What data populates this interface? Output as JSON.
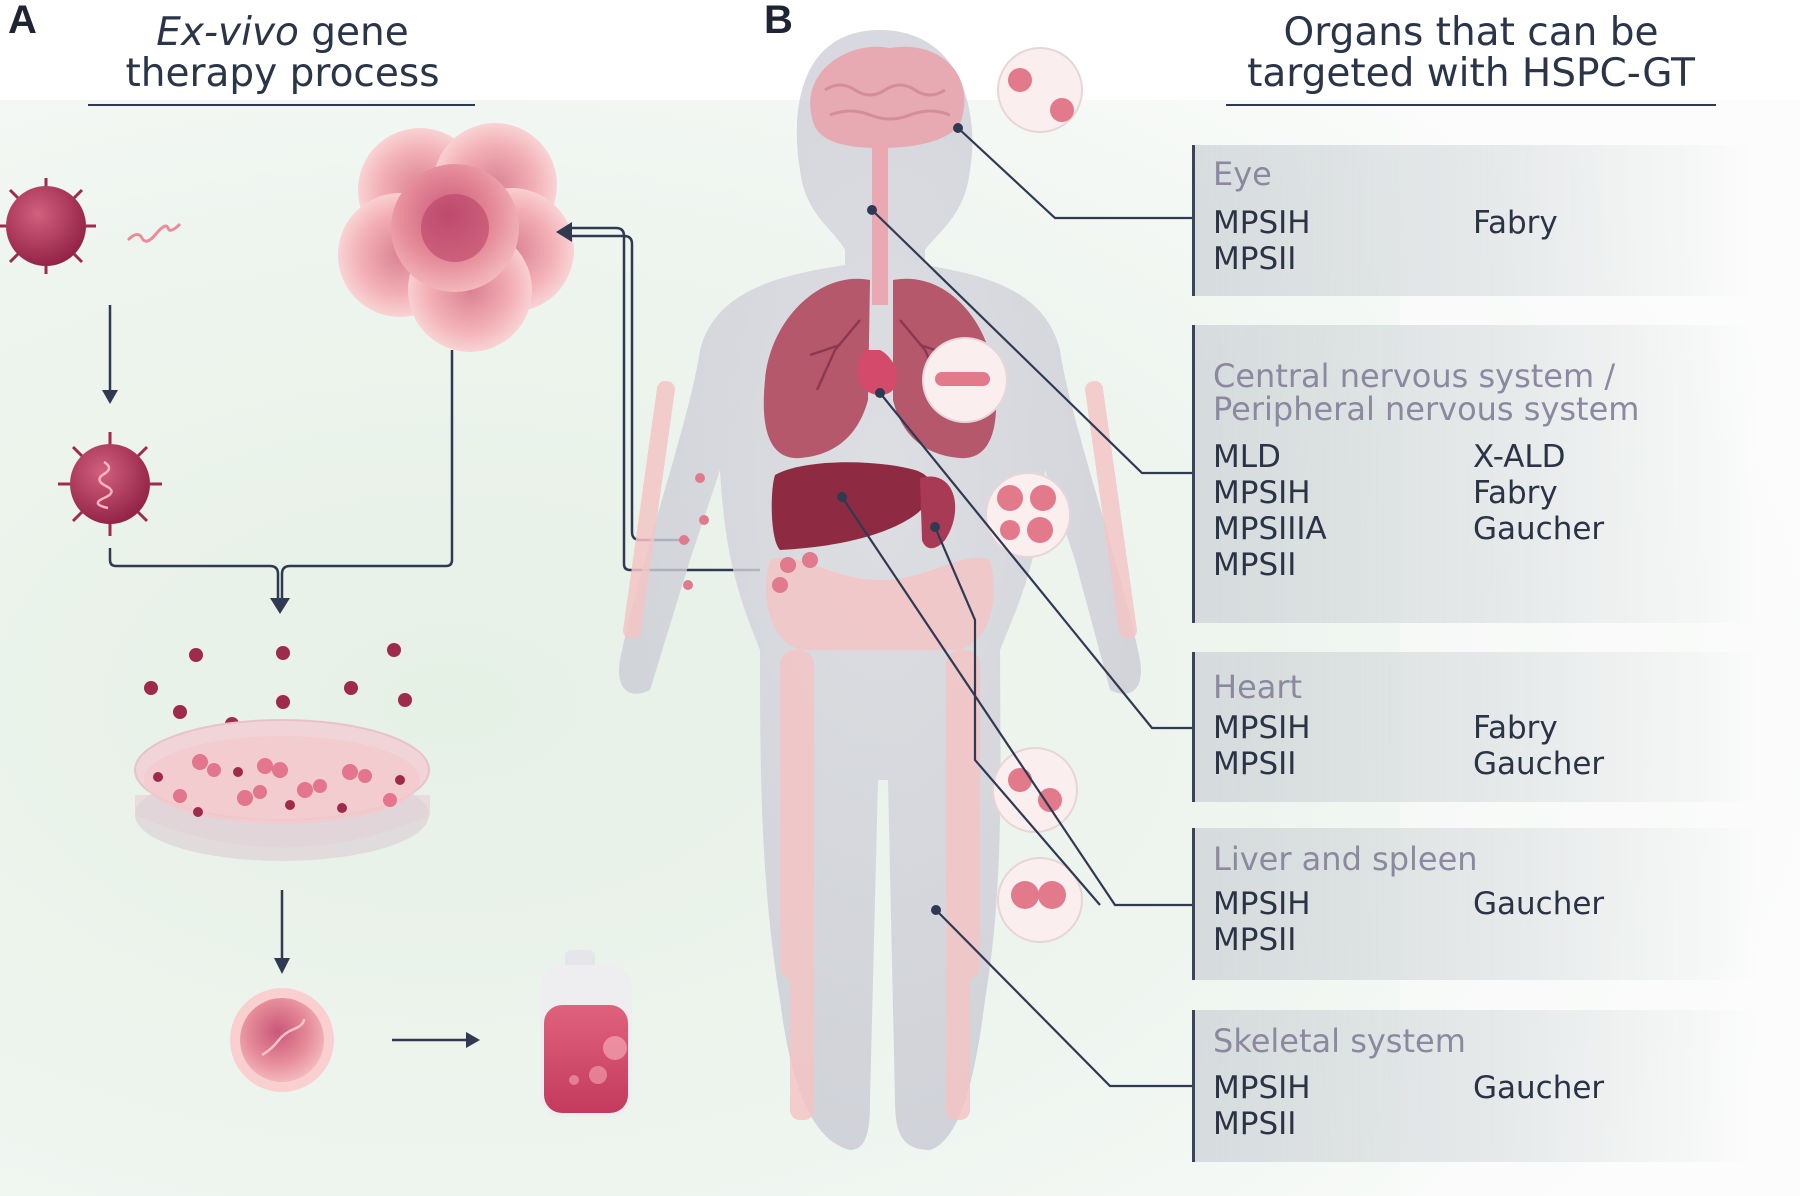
{
  "panel_a": {
    "letter": "A",
    "heading_italic": "Ex-vivo",
    "heading_rest": " gene",
    "heading_line2": "therapy process"
  },
  "panel_b": {
    "letter": "B",
    "heading_line1": "Organs that can be",
    "heading_line2": "targeted with HSPC-GT"
  },
  "organs": [
    {
      "title": "Eye",
      "col1": [
        "MPSIH",
        "MPSII"
      ],
      "col2": [
        "Fabry"
      ]
    },
    {
      "title": "Central nervous system /",
      "title2": "Peripheral nervous system",
      "col1": [
        "MLD",
        "MPSIH",
        "MPSIIIA",
        "MPSII"
      ],
      "col2": [
        "X-ALD",
        "Fabry",
        "Gaucher"
      ]
    },
    {
      "title": "Heart",
      "col1": [
        "MPSIH",
        "MPSII"
      ],
      "col2": [
        "Fabry",
        "Gaucher"
      ]
    },
    {
      "title": "Liver and spleen",
      "col1": [
        "MPSIH",
        "MPSII"
      ],
      "col2": [
        "Gaucher"
      ]
    },
    {
      "title": "Skeletal system",
      "col1": [
        "MPSIH",
        "MPSII"
      ],
      "col2": [
        "Gaucher"
      ]
    }
  ],
  "colors": {
    "accent_dark_red": "#9e2a4c",
    "accent_pink": "#f1a3ab",
    "arrow": "#2f3a52",
    "organ_title": "#8c889f"
  }
}
